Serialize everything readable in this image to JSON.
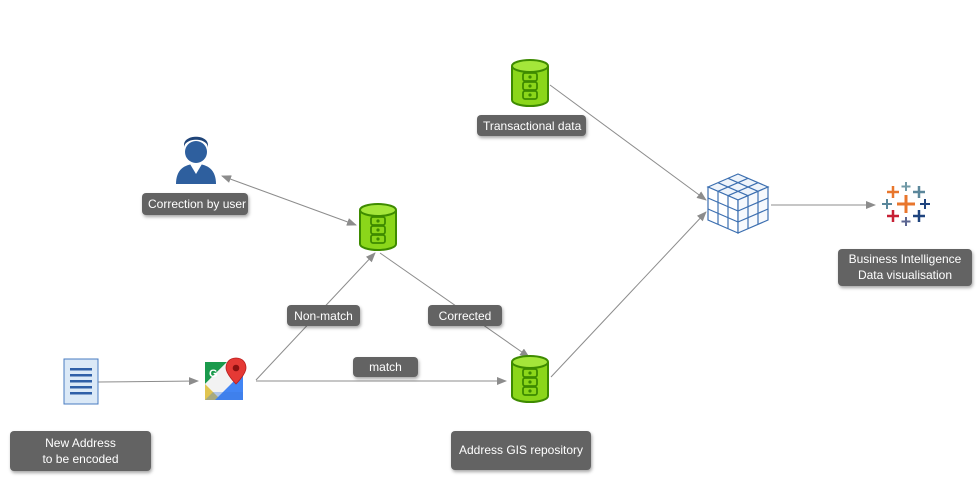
{
  "nodes": {
    "new_address": {
      "lines": [
        "New Address",
        "to be encoded"
      ],
      "icon": "document-icon"
    },
    "maps": {
      "icon": "google-maps-icon"
    },
    "correction": {
      "lines": [
        "Correction by user"
      ],
      "icon": "user-icon"
    },
    "staging_db": {
      "icon": "database-icon"
    },
    "transactional": {
      "lines": [
        "Transactional data"
      ],
      "icon": "database-icon"
    },
    "gis_repo": {
      "lines": [
        "Address GIS repository"
      ],
      "icon": "database-icon"
    },
    "cube": {
      "icon": "olap-cube-icon"
    },
    "bi": {
      "lines": [
        "Business Intelligence",
        "Data visualisation"
      ],
      "icon": "tableau-icon"
    }
  },
  "edges": {
    "non_match": "Non-match",
    "corrected": "Corrected",
    "match": "match"
  },
  "colors": {
    "db_fill": "#8bd61a",
    "db_stroke": "#3e8b00",
    "label_bg": "#636363",
    "arrow": "#8c8c8c",
    "user": "#2e5f9e",
    "cube": "#3c6fb0"
  }
}
